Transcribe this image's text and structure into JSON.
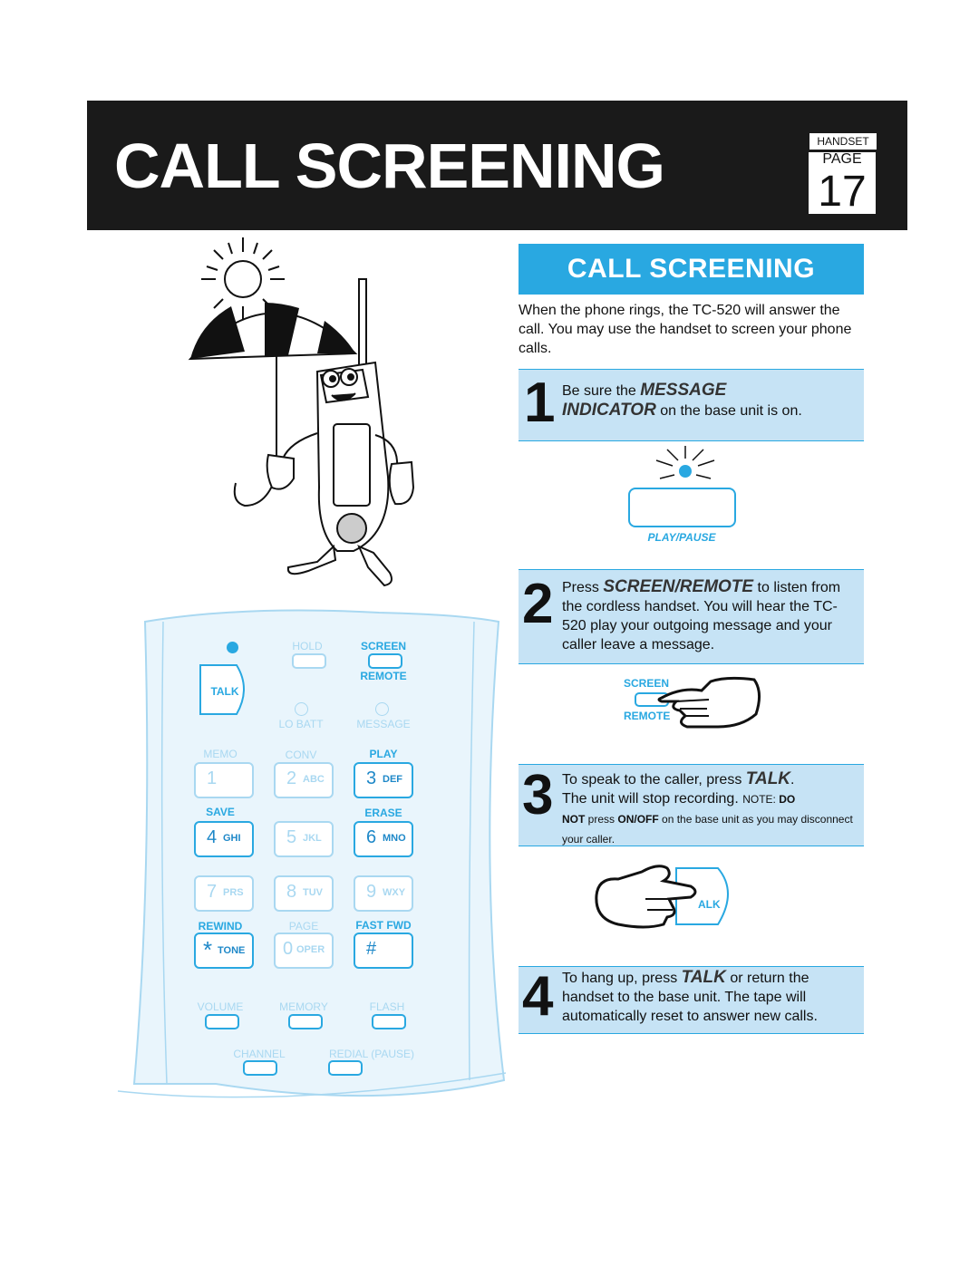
{
  "header": {
    "title": "CALL SCREENING",
    "handset_tag": "HANDSET",
    "page_label": "PAGE",
    "page_number": "17"
  },
  "section": {
    "title": "CALL SCREENING",
    "intro": "When the phone rings, the TC-520 will answer the call. You may use the handset to screen your phone calls."
  },
  "steps": [
    {
      "number": "1",
      "pre": "Be sure the ",
      "emphasis1": "MESSAGE",
      "emphasis2": "INDICATOR",
      "post": " on the base unit is on."
    },
    {
      "number": "2",
      "pre": "Press ",
      "emphasis": "SCREEN/REMOTE",
      "post": " to listen from the cordless handset. You will hear the TC-520 play your outgoing message and your caller leave a message."
    },
    {
      "number": "3",
      "pre": "To speak to the caller, press ",
      "emphasis": "TALK",
      "mid": ".",
      "line2": "The unit will stop recording. ",
      "note_label": "NOTE: ",
      "note_do": "DO",
      "note_not": "NOT",
      "note_press": " press ",
      "note_onoff": "ON/OFF",
      "note_rest": " on the base unit as you may disconnect your caller."
    },
    {
      "number": "4",
      "pre": "To hang up, press ",
      "emphasis": "TALK",
      "post": " or return the handset to the base unit. The tape will automatically reset to answer new calls."
    }
  ],
  "illustrations": {
    "play_pause_label": "PLAY/PAUSE",
    "screen_label": "SCREEN",
    "remote_label": "REMOTE",
    "talk_label": "ALK"
  },
  "keypad": {
    "hold": "HOLD",
    "screen": "SCREEN",
    "remote": "REMOTE",
    "talk": "TALK",
    "lo_batt": "LO BATT",
    "message": "MESSAGE",
    "memo": "MEMO",
    "conv": "CONV",
    "play": "PLAY",
    "save": "SAVE",
    "erase": "ERASE",
    "rewind": "REWIND",
    "page": "PAGE",
    "fast_fwd": "FAST FWD",
    "volume": "VOLUME",
    "memory": "MEMORY",
    "flash": "FLASH",
    "channel": "CHANNEL",
    "redial_pause": "REDIAL (PAUSE)",
    "keys": [
      {
        "num": "1",
        "sub": ""
      },
      {
        "num": "2",
        "sub": "ABC"
      },
      {
        "num": "3",
        "sub": "DEF"
      },
      {
        "num": "4",
        "sub": "GHI"
      },
      {
        "num": "5",
        "sub": "JKL"
      },
      {
        "num": "6",
        "sub": "MNO"
      },
      {
        "num": "7",
        "sub": "PRS"
      },
      {
        "num": "8",
        "sub": "TUV"
      },
      {
        "num": "9",
        "sub": "WXY"
      },
      {
        "num": "*",
        "sub": "TONE"
      },
      {
        "num": "0",
        "sub": "OPER"
      },
      {
        "num": "#",
        "sub": ""
      }
    ]
  }
}
